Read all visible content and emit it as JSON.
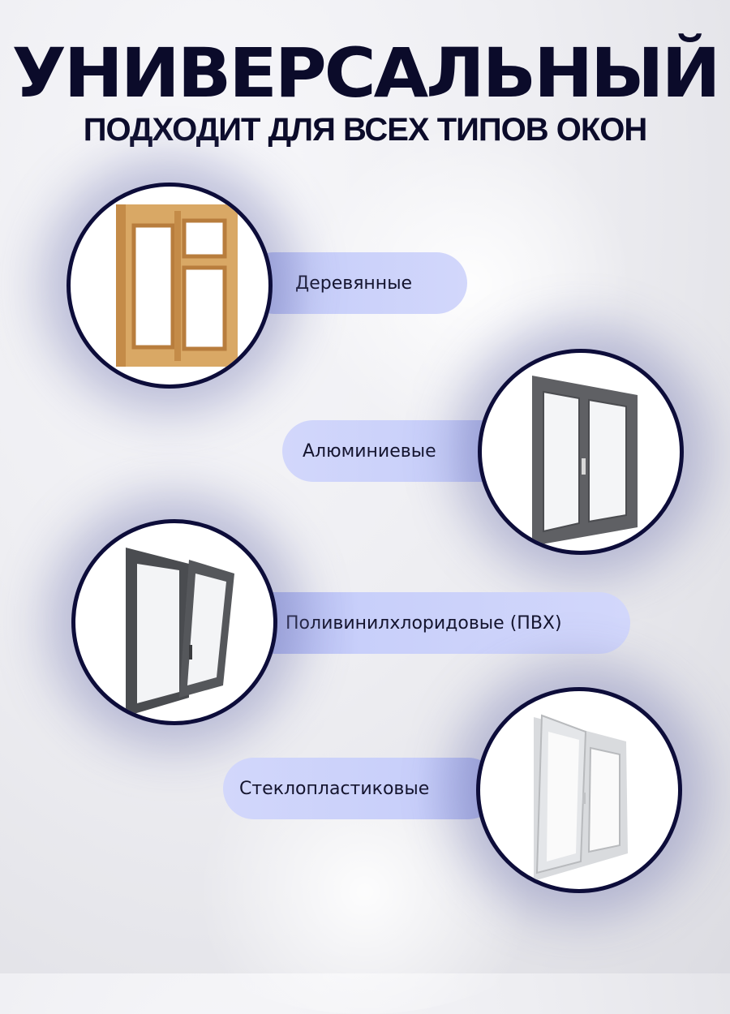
{
  "header": {
    "title": "УНИВЕРСАЛЬНЫЙ",
    "subtitle": "ПОДХОДИТ ДЛЯ ВСЕХ ТИПОВ ОКОН"
  },
  "colors": {
    "text_dark": "#0b0b2a",
    "circle_border": "#0d0d3a",
    "pill_fill": "#c8cffa",
    "glow": "#7d82b4"
  },
  "window_types": [
    {
      "label": "Деревянные",
      "image": "wooden-window-icon",
      "side": "left"
    },
    {
      "label": "Алюминиевые",
      "image": "aluminum-window-icon",
      "side": "right"
    },
    {
      "label": "Поливинилхлоридовые (ПВХ)",
      "image": "pvc-window-icon",
      "side": "left"
    },
    {
      "label": "Стеклопластиковые",
      "image": "fiberglass-window-icon",
      "side": "right"
    }
  ]
}
